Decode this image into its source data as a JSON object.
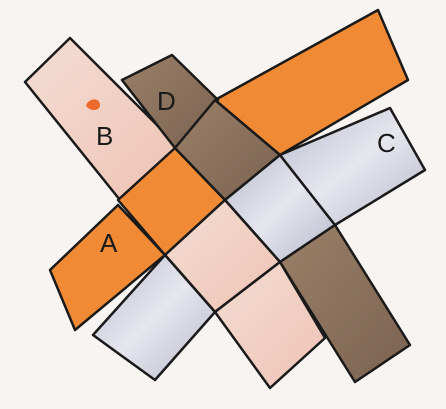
{
  "strips": [
    {
      "id": "A",
      "label": "A",
      "color": "#f08a34"
    },
    {
      "id": "B",
      "label": "B",
      "color": "#f1d0c4"
    },
    {
      "id": "C",
      "label": "C",
      "color": "#cfd1dd"
    },
    {
      "id": "D",
      "label": "D",
      "color": "#8f7660"
    }
  ],
  "marker_color": "#ec6a2b",
  "colors": {
    "orange": "#f08a34",
    "pink": "#f1d0c4",
    "lavender": "#cfd1dd",
    "brown": "#8f7660",
    "outline": "#1a1a1a",
    "background": "#f7f4f1"
  }
}
